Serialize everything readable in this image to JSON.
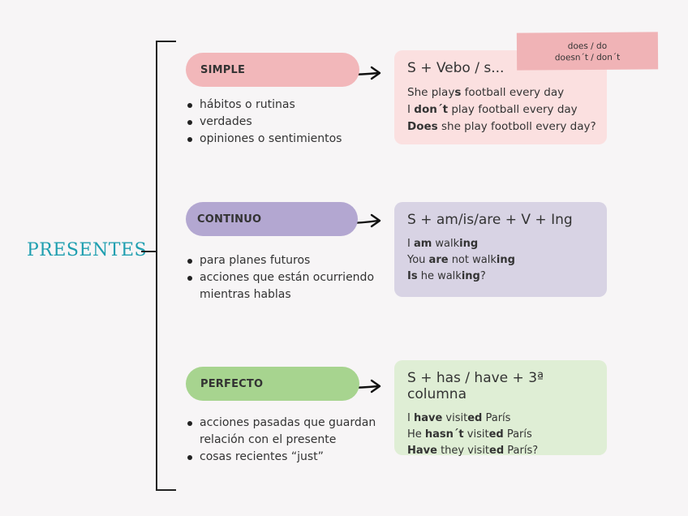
{
  "title": "PRESENTES",
  "sections": {
    "simple": {
      "label": "SIMPLE",
      "bullets": [
        "hábitos o rutinas",
        "verdades",
        "opiniones o sentimientos"
      ],
      "formula": "S + Vebo / s...",
      "examples": [
        [
          {
            "t": "She play",
            "b": false
          },
          {
            "t": "s",
            "b": true
          },
          {
            "t": " football every day",
            "b": false
          }
        ],
        [
          {
            "t": "I ",
            "b": false
          },
          {
            "t": "don´t",
            "b": true
          },
          {
            "t": " play football every day",
            "b": false
          }
        ],
        [
          {
            "t": "Does",
            "b": true
          },
          {
            "t": " she play footboll every day?",
            "b": false
          }
        ]
      ],
      "note": [
        "does / do",
        "doesn´t / don´t"
      ]
    },
    "continuo": {
      "label": "CONTINUO",
      "bullets": [
        "para planes futuros",
        "acciones que están ocurriendo mientras hablas"
      ],
      "formula": "S + am/is/are + V + Ing",
      "examples": [
        [
          {
            "t": "I ",
            "b": false
          },
          {
            "t": "am",
            "b": true
          },
          {
            "t": " walk",
            "b": false
          },
          {
            "t": "ing",
            "b": true
          }
        ],
        [
          {
            "t": "You ",
            "b": false
          },
          {
            "t": "are",
            "b": true
          },
          {
            "t": " not walk",
            "b": false
          },
          {
            "t": "ing",
            "b": true
          }
        ],
        [
          {
            "t": "Is",
            "b": true
          },
          {
            "t": " he  walk",
            "b": false
          },
          {
            "t": "ing",
            "b": true
          },
          {
            "t": "?",
            "b": false
          }
        ]
      ]
    },
    "perfecto": {
      "label": "PERFECTO",
      "bullets": [
        "acciones pasadas que guardan relación con el presente",
        "cosas recientes “just”"
      ],
      "formula": "S + has / have + 3ª columna",
      "examples": [
        [
          {
            "t": "I ",
            "b": false
          },
          {
            "t": "have",
            "b": true
          },
          {
            "t": " visit",
            "b": false
          },
          {
            "t": "ed",
            "b": true
          },
          {
            "t": " París",
            "b": false
          }
        ],
        [
          {
            "t": "He ",
            "b": false
          },
          {
            "t": "hasn´t",
            "b": true
          },
          {
            "t": " visit",
            "b": false
          },
          {
            "t": "ed",
            "b": true
          },
          {
            "t": " París",
            "b": false
          }
        ],
        [
          {
            "t": "Have",
            "b": true
          },
          {
            "t": " they visit",
            "b": false
          },
          {
            "t": "ed",
            "b": true
          },
          {
            "t": " París?",
            "b": false
          }
        ]
      ]
    }
  },
  "colors": {
    "title": "#1f9fb0",
    "simple": "#f2b7ba",
    "simple_box": "#fbe0e0",
    "continuo": "#b3a7d1",
    "continuo_box": "#d8d3e4",
    "perfecto": "#a7d48f",
    "perfecto_box": "#dfeed5"
  }
}
